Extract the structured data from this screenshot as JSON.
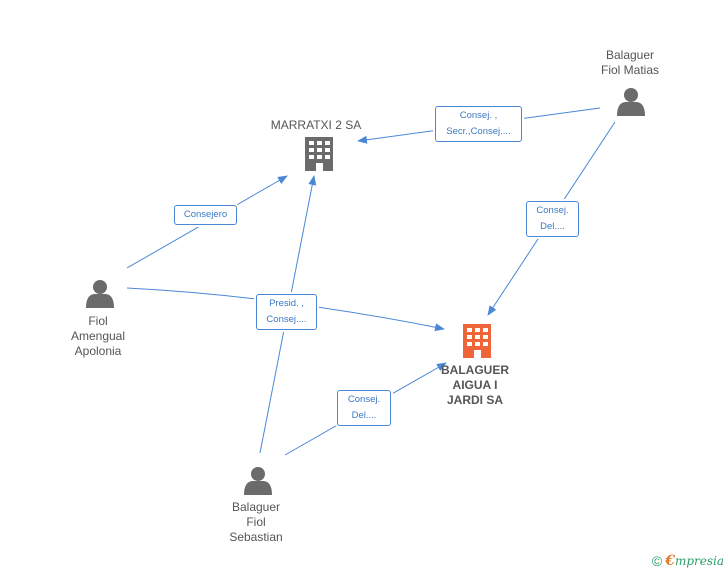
{
  "nodes": {
    "marratxi": {
      "label": "MARRATXI 2 SA",
      "type": "company"
    },
    "balaguer_aigua": {
      "label": "BALAGUER\nAIGUA I\nJARDI SA",
      "type": "company-main"
    },
    "balaguer_matias": {
      "label": "Balaguer\nFiol Matias",
      "type": "person"
    },
    "fiol_apolonia": {
      "label": "Fiol\nAmengual\nApolonia",
      "type": "person"
    },
    "balaguer_sebastian": {
      "label": "Balaguer\nFiol\nSebastian",
      "type": "person"
    }
  },
  "edges": {
    "matias_marratxi": {
      "line1": "Consej. ,",
      "line2": "Secr.,Consej...."
    },
    "matias_aigua": {
      "line1": "Consej.",
      "line2": "Del...."
    },
    "apolonia_marratxi": {
      "line1": "Consejero",
      "line2": ""
    },
    "sebastian_both": {
      "line1": "Presid. ,",
      "line2": "Consej...."
    },
    "sebastian_aigua": {
      "line1": "Consej.",
      "line2": "Del...."
    }
  },
  "colors": {
    "edge": "#4a88d6",
    "person_icon": "#6b6b6b",
    "company_icon": "#6b6b6b",
    "main_company_icon": "#f0643a"
  },
  "footer": {
    "copyright_symbol": "©",
    "brand_initial": "€",
    "brand_rest": "mpresia"
  }
}
